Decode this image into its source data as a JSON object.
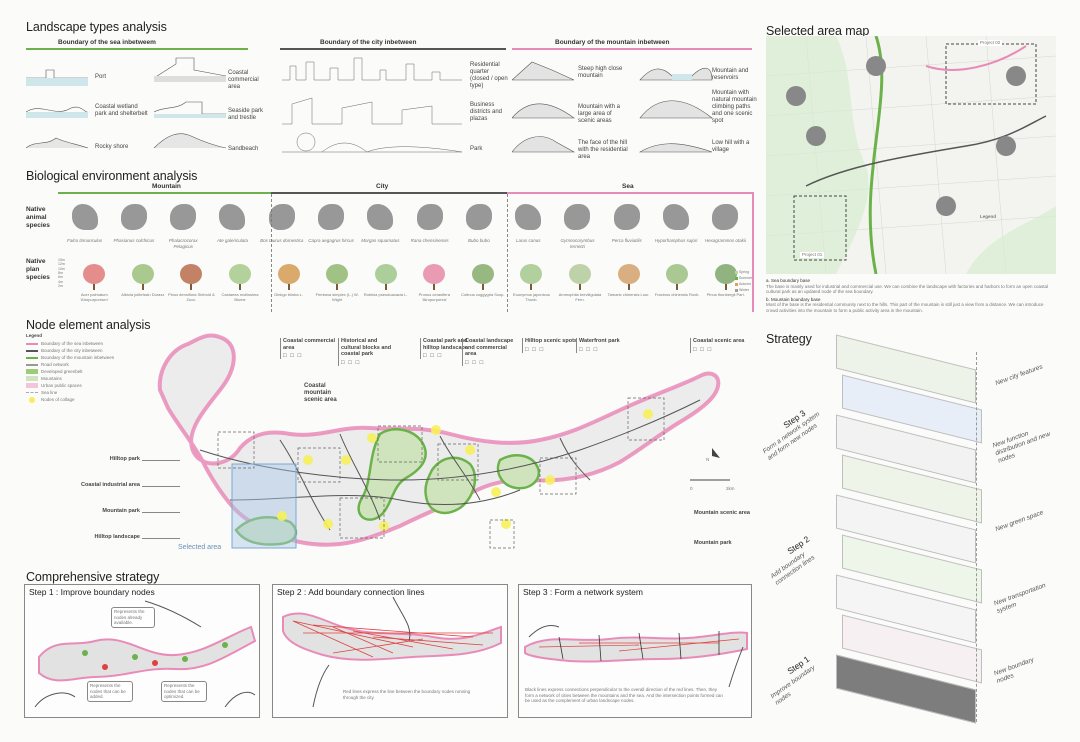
{
  "sections": {
    "landscape": "Landscape types analysis",
    "biological": "Biological environment analysis",
    "node": "Node element analysis",
    "selected_map": "Selected area map",
    "strategy": "Strategy",
    "comprehensive": "Comprehensive strategy"
  },
  "landscape": {
    "sea_header": "Boundary of the sea inbetweem",
    "city_header": "Boundary of the city inbetween",
    "mountain_header": "Boundary of the mountain inbetween",
    "sea": [
      "Port",
      "Coastal commercial area",
      "Coastal wetland park and shelterbelt",
      "Seaside park and trestle",
      "Rocky shore",
      "Sandbeach"
    ],
    "city": [
      "Residential quarter (closed / open type)",
      "Business districts and plazas",
      "Park"
    ],
    "mountain": [
      "Steep high close mountain",
      "Mountain and reservoirs",
      "Mountain with a large area of scenic areas",
      "Mountain with natural mountain climbing paths and one scenic spot",
      "The face of the hill with the residential area",
      "Low hill with a village"
    ]
  },
  "bio": {
    "mountain": "Mountain",
    "city": "City",
    "sea": "Sea",
    "animal_label": "Native animal species",
    "plant_label": "Native plan species",
    "animals": [
      "Falco tinnunculus",
      "Phasianus colchicus",
      "Phalacrocorax Pelagicus",
      "Ate galericulata",
      "Bos taurus domestica",
      "Capra aegagrus hircus",
      "Morgas squamatus",
      "Rana chensinensis",
      "Bubo bubo",
      "Larus canus",
      "Gymnocorymbus ternetzi",
      "Perca fluviatilis",
      "Hyporhamphus sajori",
      "Hexagrammos otakii"
    ],
    "plants": [
      "Acer palmatum 'Atropurpureum'",
      "Albizia julibrissin Durazz",
      "Pinus densiflora Siebold & Zucc.",
      "Castanea mollissima Blume",
      "Ginkgo biloba L.",
      "Firmiana simplex (L.) W. Wight",
      "Robinia pseudoacacia L.",
      "Prunus cerasifera 'Atropurpurea'",
      "Cotinus coggygria Scop.",
      "Euonymus japonicus Thunb.",
      "Ammophila breviligulata Fern.",
      "Tamarix chinensis Lour.",
      "Fraxinus chinensis Roxb.",
      "Pinus thunbergii Parl."
    ],
    "heights": [
      "15m",
      "12m",
      "10m",
      "8m",
      "6m",
      "4m",
      "2m"
    ],
    "seasons": [
      "Spring",
      "Summer",
      "Autumn",
      "Winter"
    ]
  },
  "node": {
    "legend_title": "Legend",
    "legend": [
      "Boundary of the sea inbetween",
      "Boundary of the city inbetween",
      "Boundary of the mountain inbetween",
      "Road network",
      "Developed greenbelt",
      "Mountains",
      "Urban public spaces",
      "Sea line",
      "Nodes of collage"
    ],
    "callouts": [
      "Coastal commercial area",
      "Historical and cultural blocks and coastal park",
      "Coastal park and hilltop landscape",
      "Coastal landscape and commercial area",
      "Hilltop scenic spots",
      "Waterfront park",
      "Coastal scenic area",
      "Coastal mountain scenic area"
    ],
    "left_labels": [
      "Hilltop park",
      "Coastal industrial area",
      "Mountain park",
      "Hilltop landscape"
    ],
    "right_labels": [
      "Mountain scenic area",
      "Mountain park"
    ],
    "selected_area": "Selected area",
    "north": "N",
    "scale_0": "0",
    "scale_2": "2km"
  },
  "map": {
    "project_01": "Project 01",
    "project_02": "Project 02",
    "legend_title": "Legend",
    "note_a_title": "a. Sea boundary base",
    "note_a": "The base is mainly used for industrial and commercial use. We can combine the landscape with factories and harbors to form an open coastal cultural park as an updated node of the sea boundary.",
    "note_b_title": "b. Mountain boundary base",
    "note_b": "Most of the base is the residential community next to the hills. This part of the mountain is still just a view from a distance. We can introduce crowd activities into the mountain to form a public activity area in the mountain."
  },
  "strategy": {
    "step3": "Step 3",
    "step3_sub": "Form a network system and form new nodes",
    "step2": "Step 2",
    "step2_sub": "Add boundary connection lines",
    "step1": "Step 1",
    "step1_sub": "Improve boundary nodes",
    "labels": [
      "New city features",
      "New function distribution and new nodes",
      "New green space",
      "New transportation system",
      "New boundary nodes"
    ]
  },
  "comp": {
    "s1": "Step 1 : Improve boundary nodes",
    "s2": "Step 2 : Add boundary connection lines",
    "s3": "Step 3 : Form a network system",
    "n1": "Represents the nodes already available.",
    "n2": "Represents the nodes that can be added.",
    "n3": "Represents the nodes that can be optimized.",
    "s2_text": "Red lines express the line between the boundary nodes running through the city.",
    "s3_text": "Black lines express connections perpendicular to the overall direction of the red lines. Then, they form a network of cities between the mountains and the sea. And the intersection points formed can be used as the complement of urban landscape nodes."
  },
  "colors": {
    "sea": "#e98bb8",
    "city": "#555555",
    "mountain": "#6cb24a",
    "node": "#f7ef5a",
    "selected": "#a9c8e8"
  }
}
